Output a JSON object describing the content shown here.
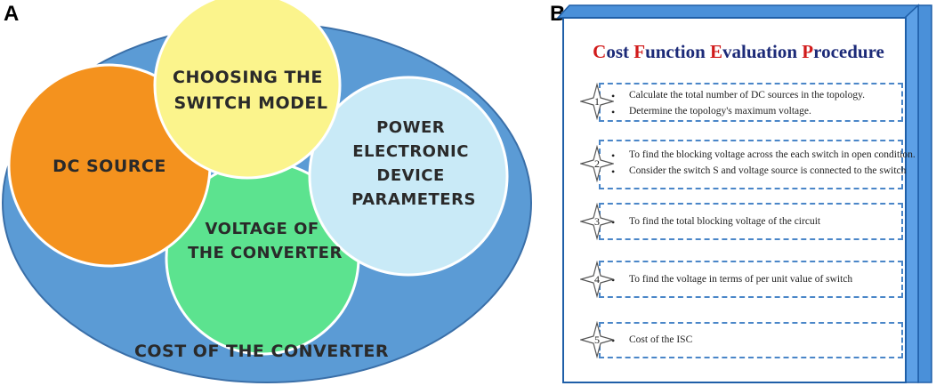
{
  "panel_a": {
    "label": "A",
    "outer_label": "COST OF THE CONVERTER",
    "circles": {
      "dc_source": [
        "DC SOURCE"
      ],
      "switch_model": [
        "CHOOSING THE",
        "SWITCH MODEL"
      ],
      "power_electronic": [
        "POWER",
        "ELECTRONIC",
        "DEVICE",
        "PARAMETERS"
      ],
      "voltage": [
        "VOLTAGE OF",
        "THE CONVERTER"
      ]
    },
    "colors": {
      "outer": "#5b9bd5",
      "dc_source": "#f4921e",
      "switch_model": "#fbf48c",
      "power_electronic": "#c9eaf7",
      "voltage": "#5ce38f"
    }
  },
  "panel_b": {
    "label": "B",
    "title_parts": [
      {
        "text": "C",
        "cap": true
      },
      {
        "text": "ost ",
        "cap": false
      },
      {
        "text": "F",
        "cap": true
      },
      {
        "text": "unction ",
        "cap": false
      },
      {
        "text": "E",
        "cap": true
      },
      {
        "text": "valuation ",
        "cap": false
      },
      {
        "text": "P",
        "cap": true
      },
      {
        "text": "rocedure",
        "cap": false
      }
    ],
    "steps": [
      {
        "num": "1",
        "lines": [
          "Calculate the total number of DC sources in the topology.",
          "Determine the topology's maximum voltage."
        ]
      },
      {
        "num": "2",
        "lines": [
          "To find the blocking voltage across the each switch in open condition.",
          "Consider the switch S and voltage source is connected to the switch"
        ]
      },
      {
        "num": "3",
        "lines": [
          "To find the total blocking voltage of the circuit"
        ]
      },
      {
        "num": "4",
        "lines": [
          "To find the voltage in terms of per unit value of switch"
        ]
      },
      {
        "num": "5",
        "lines": [
          "Cost of the ISC"
        ]
      }
    ]
  }
}
